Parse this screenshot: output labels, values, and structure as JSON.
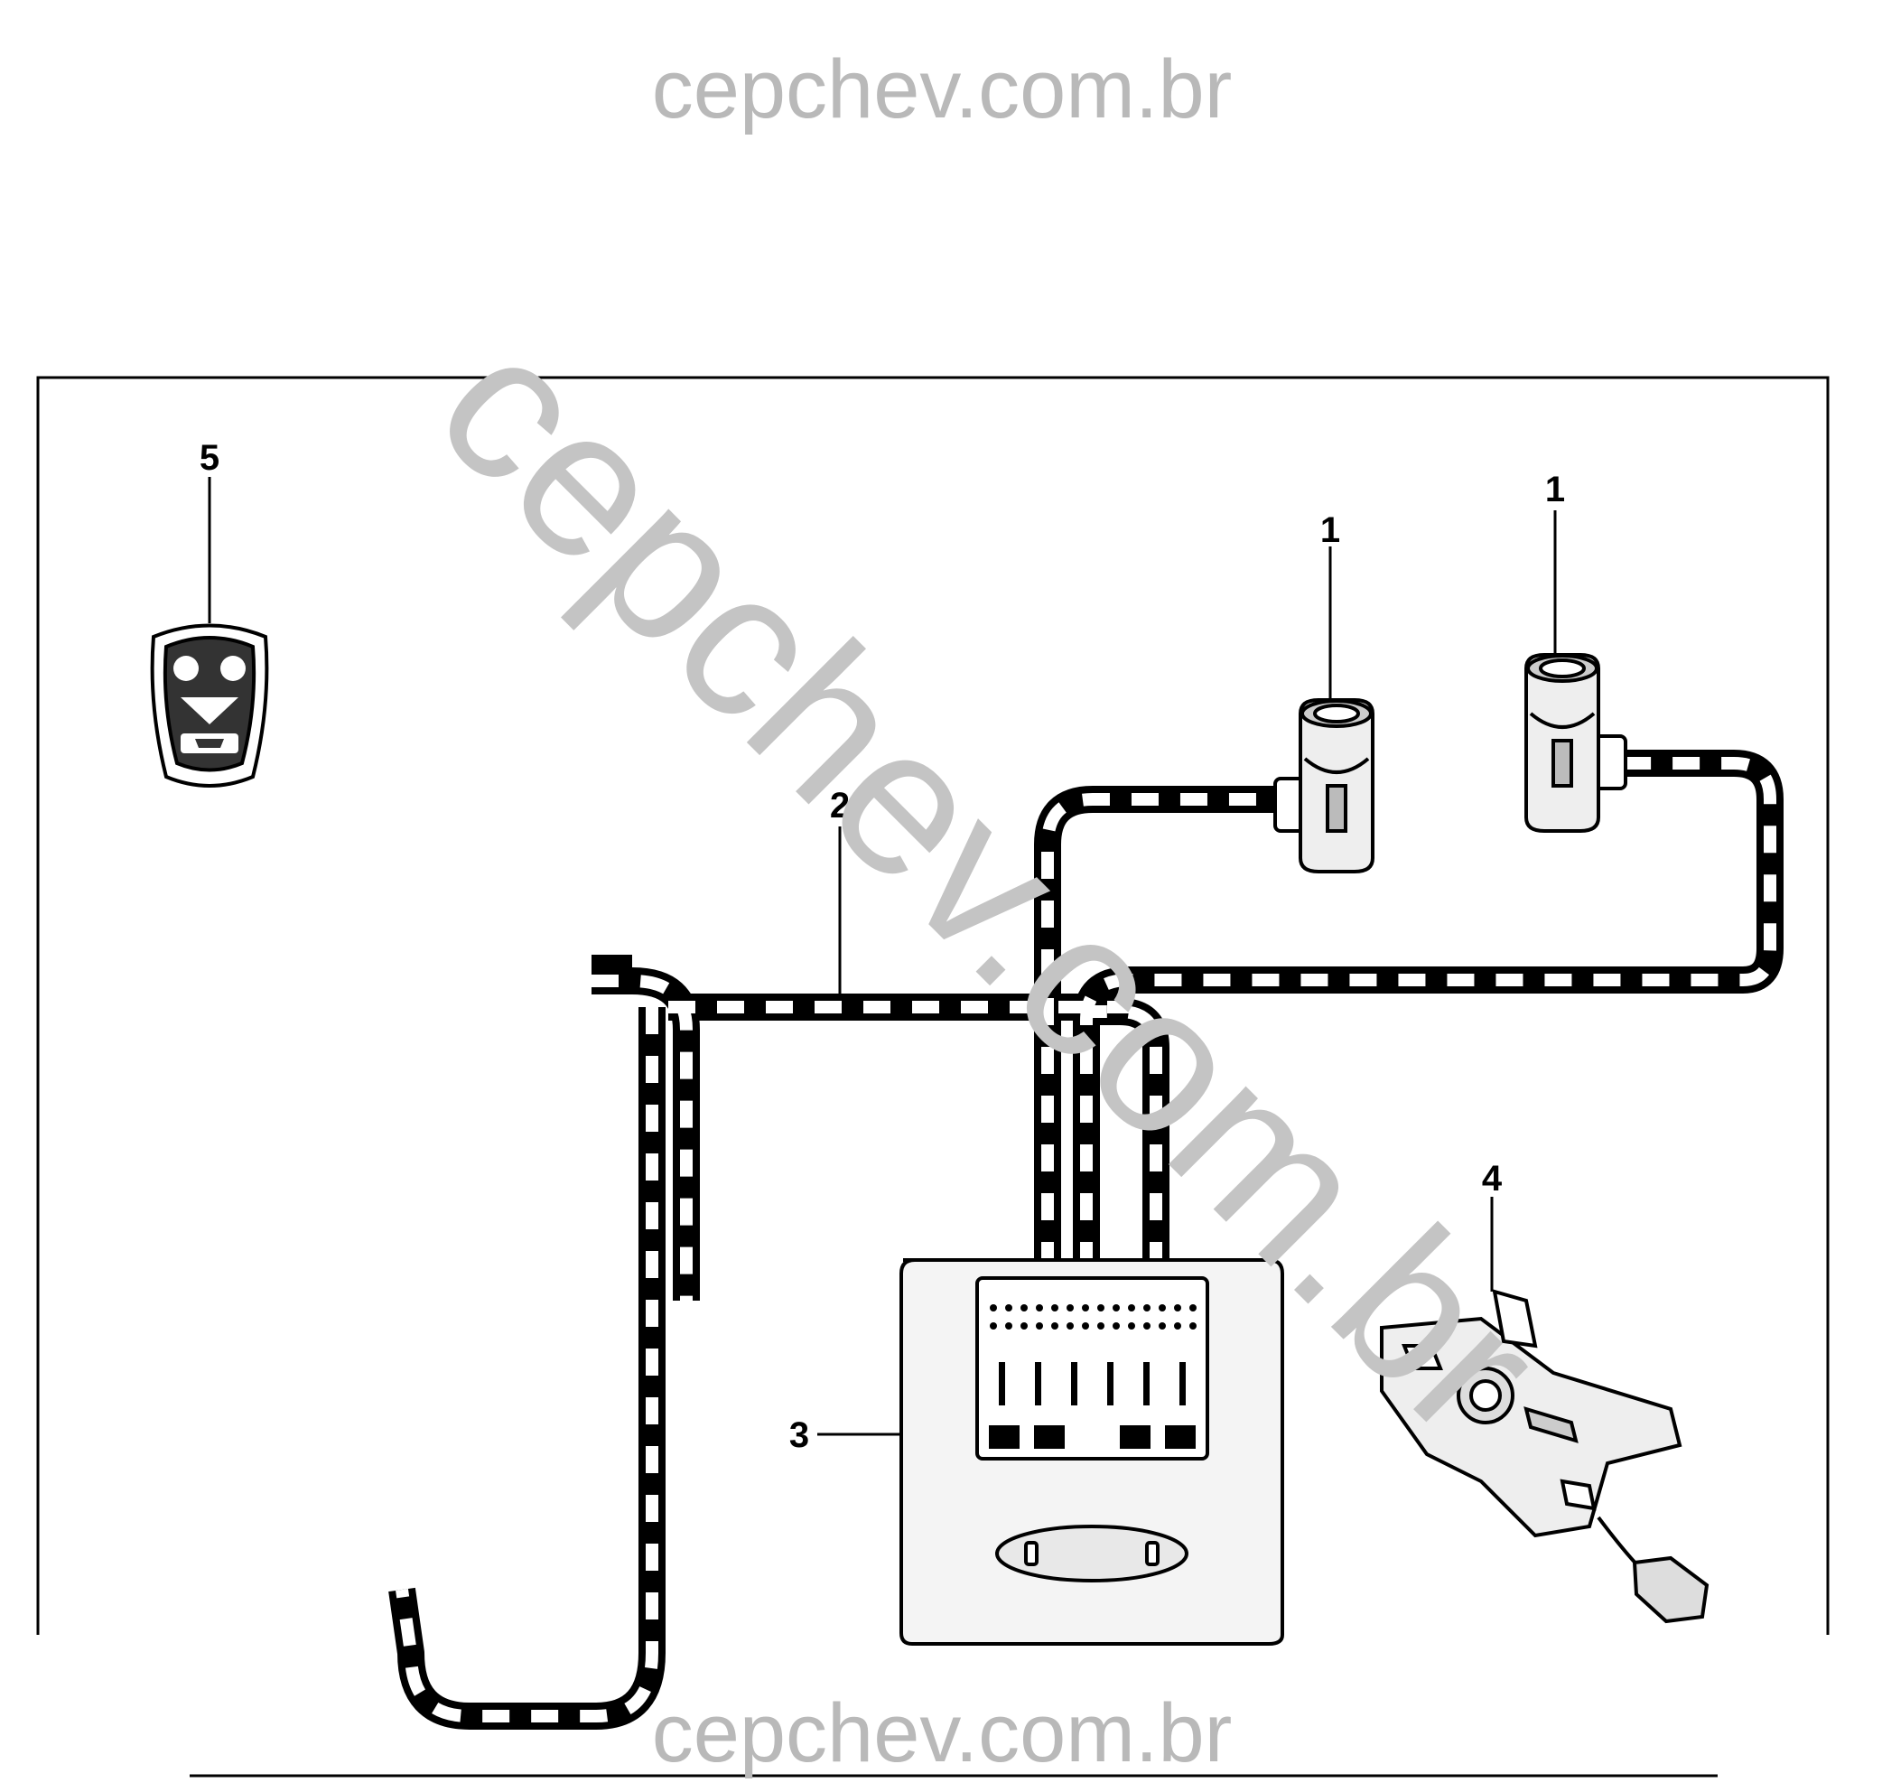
{
  "watermark": {
    "top_text": "cepchev.com.br",
    "diagonal_text": "cepchev.com.br",
    "bottom_text": "cepchev.com.br"
  },
  "callouts": {
    "lock_cylinder_left": "1",
    "lock_cylinder_right": "1",
    "harness": "2",
    "control_module": "3",
    "hood_latch": "4",
    "remote_key": "5"
  },
  "colors": {
    "line": "#000000",
    "watermark": "#b9b9b9",
    "module_fill": "#f4f4f4"
  }
}
